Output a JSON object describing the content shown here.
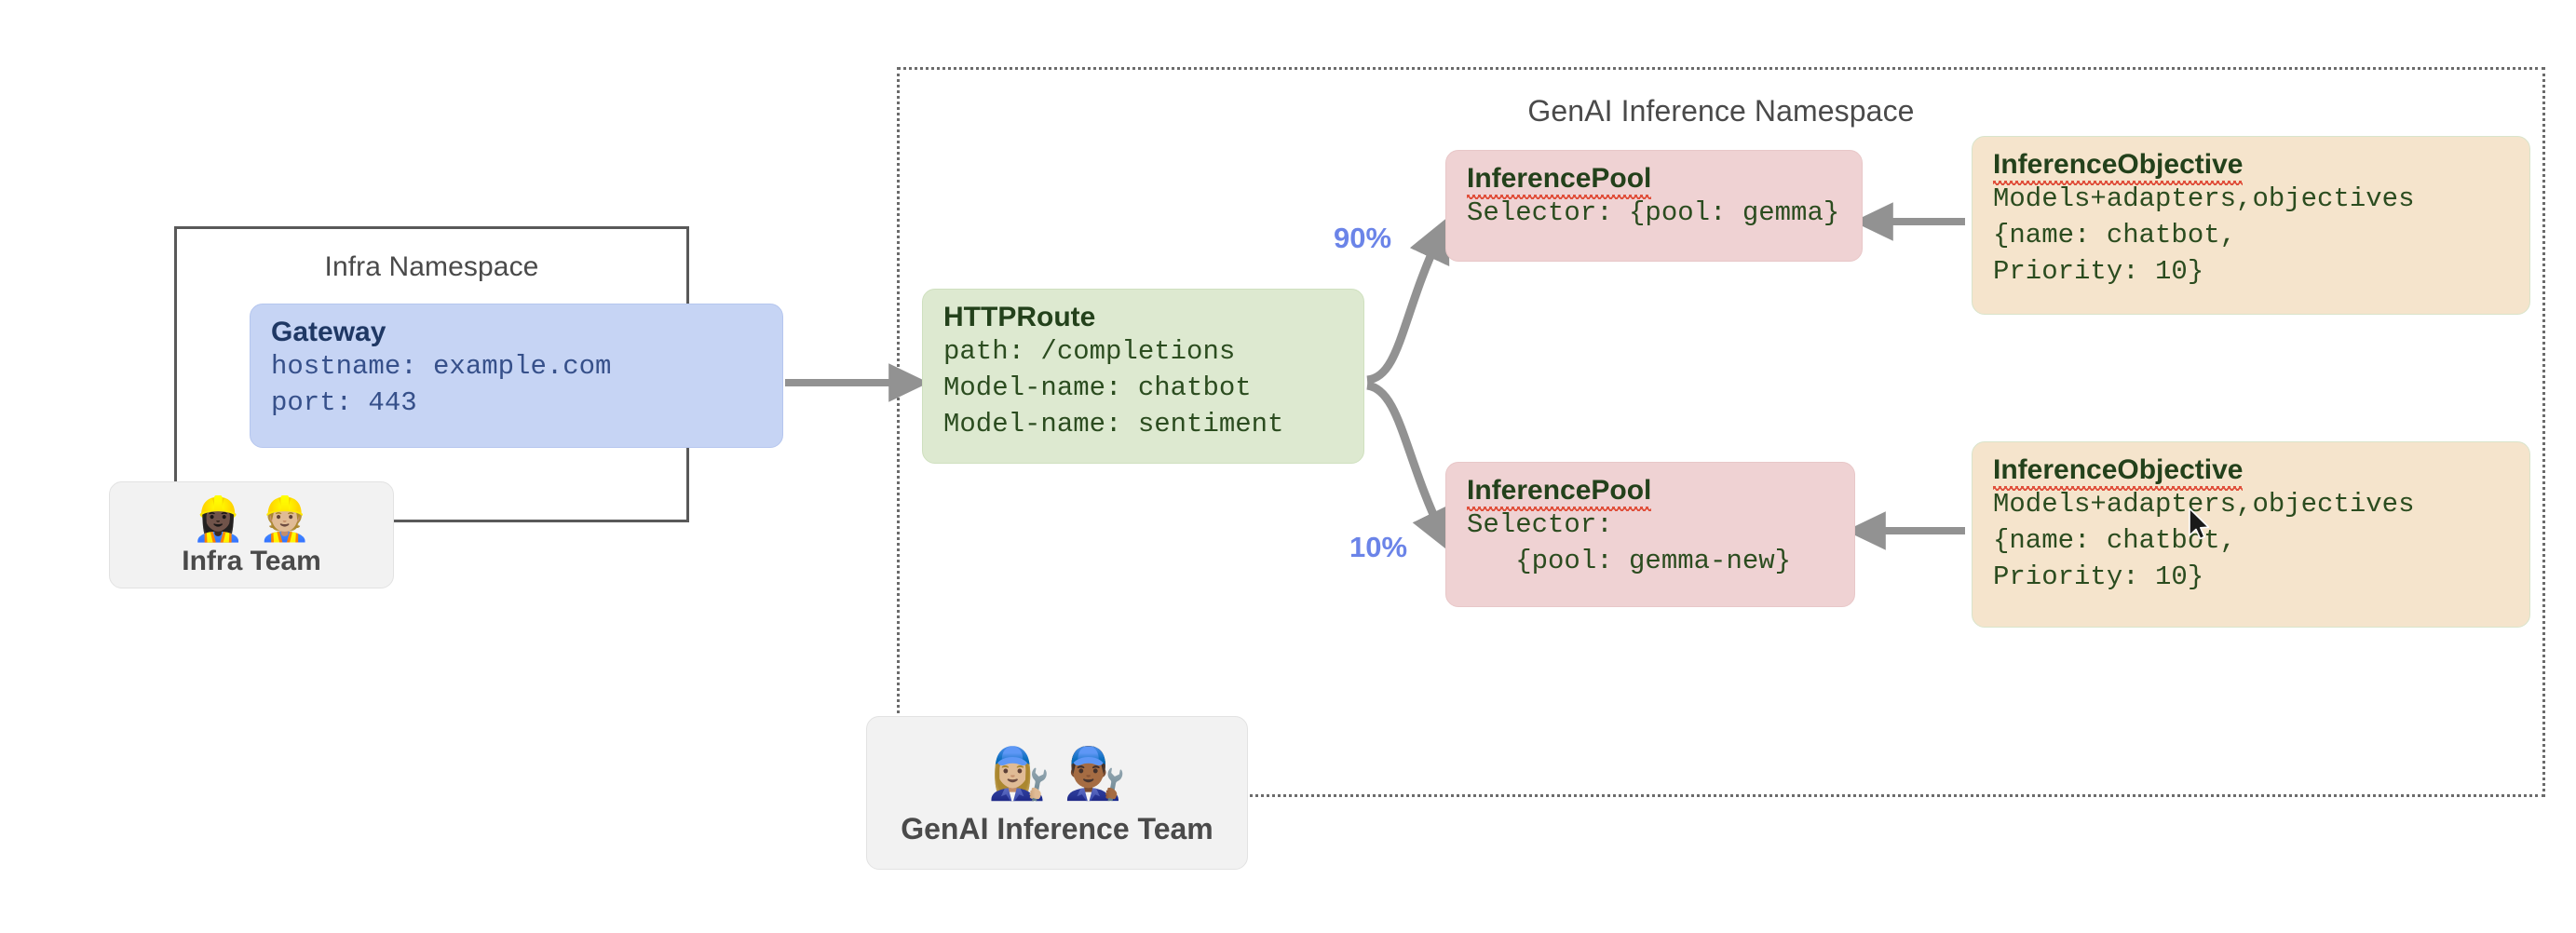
{
  "diagram": {
    "namespaces": [
      {
        "id": "infra",
        "title": "Infra Namespace",
        "border": "solid"
      },
      {
        "id": "genai",
        "title": "GenAI Inference Namespace",
        "border": "dotted"
      }
    ],
    "gateway": {
      "title": "Gateway",
      "lines": [
        "hostname: example.com",
        "port: 443"
      ],
      "color": "#c6d4f4"
    },
    "httproute": {
      "title": "HTTPRoute",
      "lines": [
        "path: /completions",
        "Model-name: chatbot",
        "Model-name: sentiment"
      ],
      "color": "#dde9d0"
    },
    "pools": [
      {
        "title": "InferencePool",
        "lines": [
          "Selector: {pool: gemma}"
        ],
        "color": "#efd2d3",
        "spellcheck_underline": true
      },
      {
        "title": "InferencePool",
        "lines": [
          "Selector:",
          "   {pool: gemma-new}"
        ],
        "color": "#efd2d3",
        "spellcheck_underline": true
      }
    ],
    "objectives": [
      {
        "title": "InferenceObjective",
        "lines": [
          "Models+adapters,objectives",
          "{name: chatbot,",
          "Priority: 10}"
        ],
        "color": "#f5e4cc",
        "spellcheck_underline": true
      },
      {
        "title": "InferenceObjective",
        "lines": [
          "Models+adapters,objectives",
          "{name: chatbot,",
          "Priority: 10}"
        ],
        "color": "#f5e4cc",
        "spellcheck_underline": true
      }
    ],
    "split_weights": [
      {
        "label": "90%",
        "target": "pool-top",
        "color": "#6b84e8"
      },
      {
        "label": "10%",
        "target": "pool-bottom",
        "color": "#6b84e8"
      }
    ],
    "teams": [
      {
        "id": "infra-team",
        "label": "Infra Team",
        "emojis": "👷🏿‍♀️👷🏼"
      },
      {
        "id": "genai-team",
        "label": "GenAI Inference Team",
        "emojis": "👩🏼‍🔧👨🏾‍🔧"
      }
    ],
    "arrow_color": "#929292"
  }
}
